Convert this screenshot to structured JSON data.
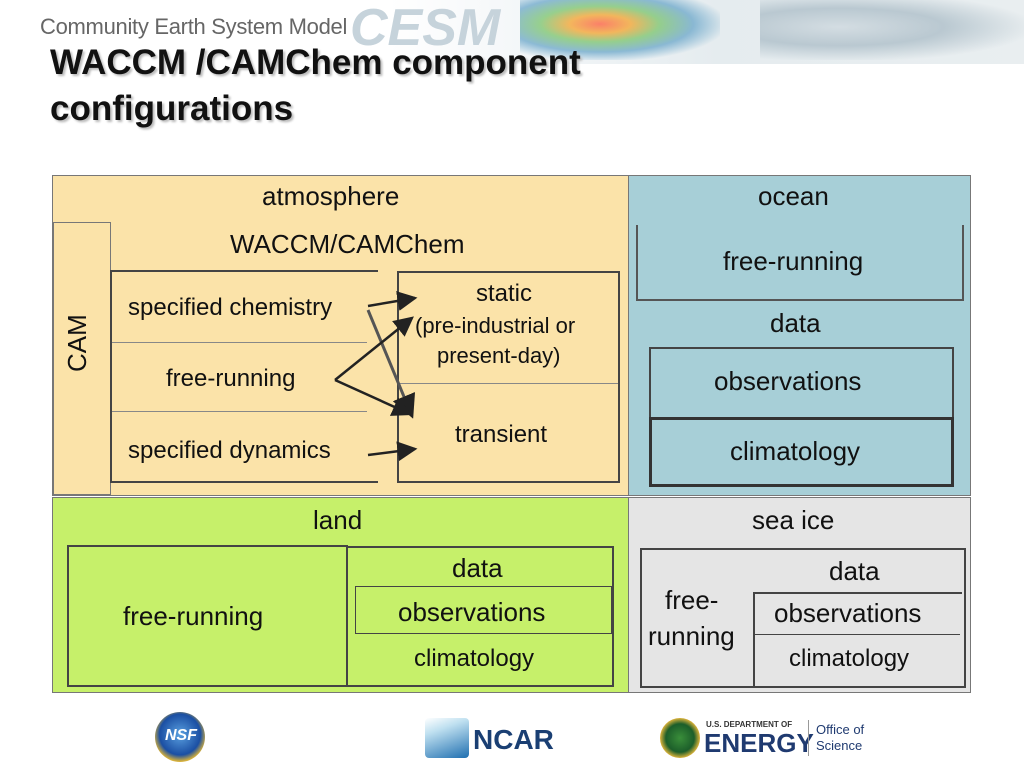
{
  "header": {
    "subtitle": "Community Earth System Model",
    "logo_text": "CESM",
    "title": "WACCM /CAMChem component configurations"
  },
  "atmosphere": {
    "label": "atmosphere",
    "cam_label": "CAM",
    "waccm_label": "WACCM/CAMChem",
    "modes": [
      "specified chemistry",
      "free-running",
      "specified dynamics"
    ],
    "forcing": {
      "static_line1": "static",
      "static_line2": "(pre-industrial or",
      "static_line3": "present-day)",
      "transient": "transient"
    }
  },
  "ocean": {
    "label": "ocean",
    "free_running": "free-running",
    "data": "data",
    "observations": "observations",
    "climatology": "climatology"
  },
  "land": {
    "label": "land",
    "free_running": "free-running",
    "data": "data",
    "observations": "observations",
    "climatology": "climatology"
  },
  "sea_ice": {
    "label": "sea ice",
    "free_line1": "free-",
    "free_line2": "running",
    "data": "data",
    "observations": "observations",
    "climatology": "climatology"
  },
  "footer": {
    "nsf": "NSF",
    "ncar": "NCAR",
    "doe_small": "U.S. DEPARTMENT OF",
    "doe_big": "ENERGY",
    "office_line1": "Office of",
    "office_line2": "Science"
  },
  "colors": {
    "atmosphere_bg": "#fbe3a9",
    "ocean_bg": "#a7cfd7",
    "land_bg": "#c6f06a",
    "seaice_bg": "#e5e5e5"
  }
}
